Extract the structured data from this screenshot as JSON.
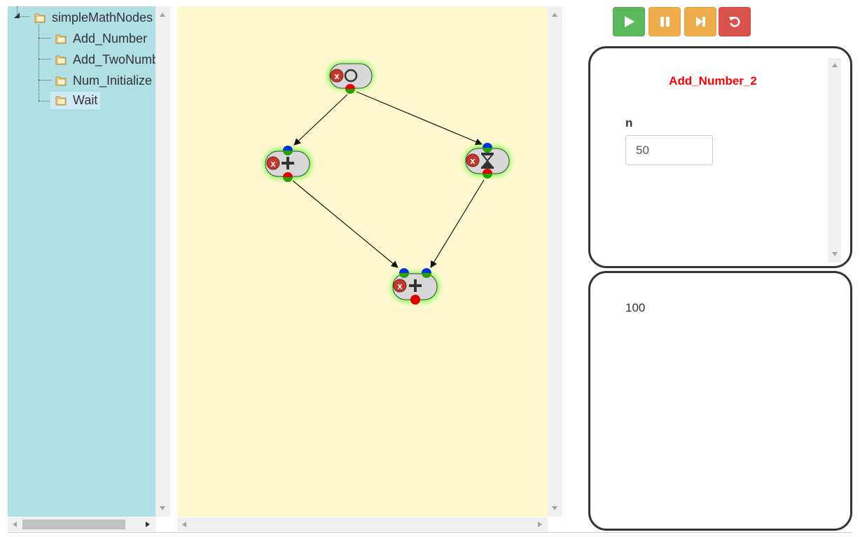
{
  "tree": {
    "root": {
      "label": "simpleMathNodes",
      "icon": "folder-icon"
    },
    "items": [
      {
        "label": "Add_Number",
        "icon": "folder-icon",
        "selected": false
      },
      {
        "label": "Add_TwoNumbers",
        "icon": "folder-icon",
        "selected": false
      },
      {
        "label": "Num_Initialize",
        "icon": "folder-icon",
        "selected": false
      },
      {
        "label": "Wait",
        "icon": "folder-icon",
        "selected": true
      }
    ]
  },
  "canvas": {
    "background": "#fdf8cf",
    "nodes": [
      {
        "id": "start",
        "icon": "circle-icon"
      },
      {
        "id": "add-left",
        "icon": "plus-icon"
      },
      {
        "id": "wait",
        "icon": "hourglass-icon"
      },
      {
        "id": "add-bottom",
        "icon": "plus-icon"
      }
    ]
  },
  "controls": {
    "play": {
      "icon": "play-icon",
      "color": "#5cb85c"
    },
    "pause": {
      "icon": "pause-icon",
      "color": "#f0ad4e"
    },
    "step": {
      "icon": "step-forward-icon",
      "color": "#f0ad4e"
    },
    "reset": {
      "icon": "reset-icon",
      "color": "#d9534f"
    }
  },
  "properties": {
    "node_title": "Add_Number_2",
    "title_color": "#ff0000",
    "field_label": "n",
    "field_value": "50"
  },
  "output": {
    "value": "100"
  }
}
